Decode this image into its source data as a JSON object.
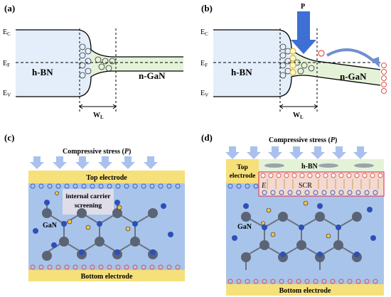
{
  "panel_a": {
    "tag": "(a)",
    "ec_label": "E",
    "ec_sub": "C",
    "ef_label": "E",
    "ef_sub": "F",
    "ev_label": "E",
    "ev_sub": "V",
    "left_material": "h-BN",
    "right_material": "n-GaN",
    "width_label": "W",
    "width_sub": "L"
  },
  "panel_b": {
    "tag": "(b)",
    "pressure_label": "P",
    "ec_label": "E",
    "ec_sub": "C",
    "ef_label": "E",
    "ef_sub": "F",
    "ev_label": "E",
    "ev_sub": "V",
    "left_material": "h-BN",
    "right_material": "n-GaN",
    "width_label": "W",
    "width_sub": "L"
  },
  "panel_c": {
    "tag": "(c)",
    "stress_label": "Compressive stress (",
    "stress_symbol": "P",
    "stress_close": ")",
    "top_electrode": "Top electrode",
    "bottom_electrode": "Bottom electrode",
    "screening_line1": "internal carrier",
    "screening_line2": "screening",
    "material": "GaN"
  },
  "panel_d": {
    "tag": "(d)",
    "stress_label": "Compressive stress (",
    "stress_symbol": "P",
    "stress_close": ")",
    "top_electrode_line1": "Top",
    "top_electrode_line2": "electrode",
    "hbn_label": "h-BN",
    "field_label": "E",
    "scr_label": "SCR",
    "bottom_electrode": "Bottom electrode",
    "material": "GaN"
  },
  "colors": {
    "hbn_fill": "#e3eefa",
    "gan_fill": "#e4f2d8",
    "electrode": "#f6e07a",
    "crystal_bg": "#a8c4ea",
    "arrow_blue": "#6f8fd0",
    "pressure_blue": "#3d6fd4",
    "ion_red": "#e0504a",
    "ion_blue": "#3a5fc8"
  }
}
